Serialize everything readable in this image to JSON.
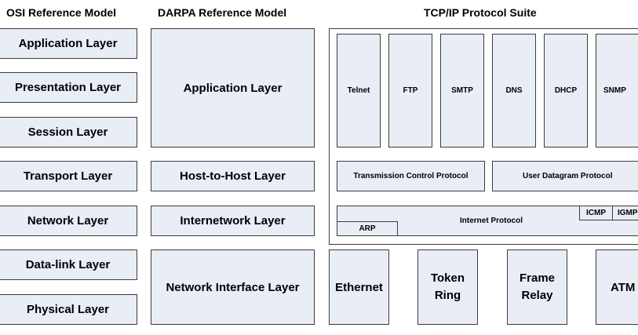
{
  "colors": {
    "box_fill": "#e9edf5",
    "border": "#3c3c3c",
    "background": "#ffffff"
  },
  "headers": {
    "osi": "OSI Reference Model",
    "darpa": "DARPA Reference Model",
    "tcpip": "TCP/IP Protocol Suite"
  },
  "osi_layers": [
    "Application Layer",
    "Presentation Layer",
    "Session Layer",
    "Transport Layer",
    "Network Layer",
    "Data-link Layer",
    "Physical Layer"
  ],
  "darpa_layers": [
    "Application Layer",
    "Host-to-Host Layer",
    "Internetwork Layer",
    "Network Interface Layer"
  ],
  "tcpip": {
    "application_protocols": [
      "Telnet",
      "FTP",
      "SMTP",
      "DNS",
      "DHCP",
      "SNMP"
    ],
    "transport_protocols": [
      "Transmission Control Protocol",
      "User Datagram Protocol"
    ],
    "internet": {
      "main": "Internet Protocol",
      "arp": "ARP",
      "icmp": "ICMP",
      "igmp": "IGMP"
    },
    "network_interfaces": [
      "Ethernet",
      "Token Ring",
      "Frame Relay",
      "ATM"
    ]
  }
}
